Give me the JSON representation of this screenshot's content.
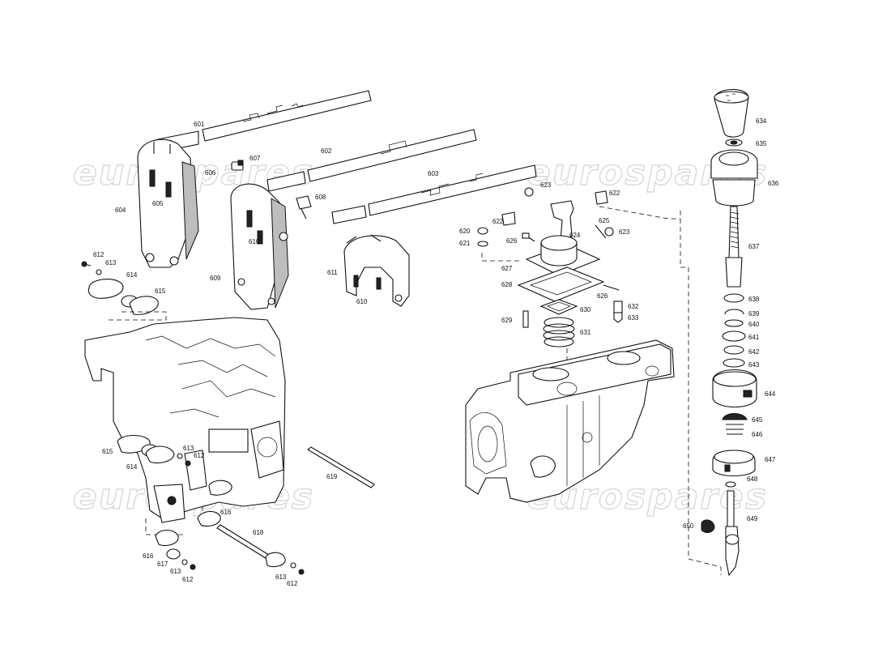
{
  "watermark": "eurospares",
  "labels": {
    "l601": "601",
    "l602": "602",
    "l603": "603",
    "l604": "604",
    "l605": "605",
    "l606": "606",
    "l607": "607",
    "l608": "608",
    "l609": "609",
    "l610a": "610",
    "l610b": "610",
    "l611": "611",
    "l612a": "612",
    "l613a": "613",
    "l614a": "614",
    "l615a": "615",
    "l615b": "615",
    "l614b": "614",
    "l613b": "613",
    "l612b": "612",
    "l616a": "616",
    "l616b": "616",
    "l617": "617",
    "l613c": "613",
    "l612c": "612",
    "l618": "618",
    "l619": "619",
    "l613d": "613",
    "l612d": "612",
    "l620": "620",
    "l621": "621",
    "l622a": "622",
    "l622b": "622",
    "l623a": "623",
    "l623b": "623",
    "l624": "624",
    "l625": "625",
    "l626a": "626",
    "l626b": "626",
    "l627": "627",
    "l628": "628",
    "l629": "629",
    "l630": "630",
    "l631": "631",
    "l632": "632",
    "l633": "633",
    "l634": "634",
    "l635": "635",
    "l636": "636",
    "l637": "637",
    "l638": "638",
    "l639": "639",
    "l640": "640",
    "l641": "641",
    "l642": "642",
    "l643": "643",
    "l644": "644",
    "l645": "645",
    "l646": "646",
    "l647": "647",
    "l648": "648",
    "l649": "649",
    "l650": "650"
  }
}
